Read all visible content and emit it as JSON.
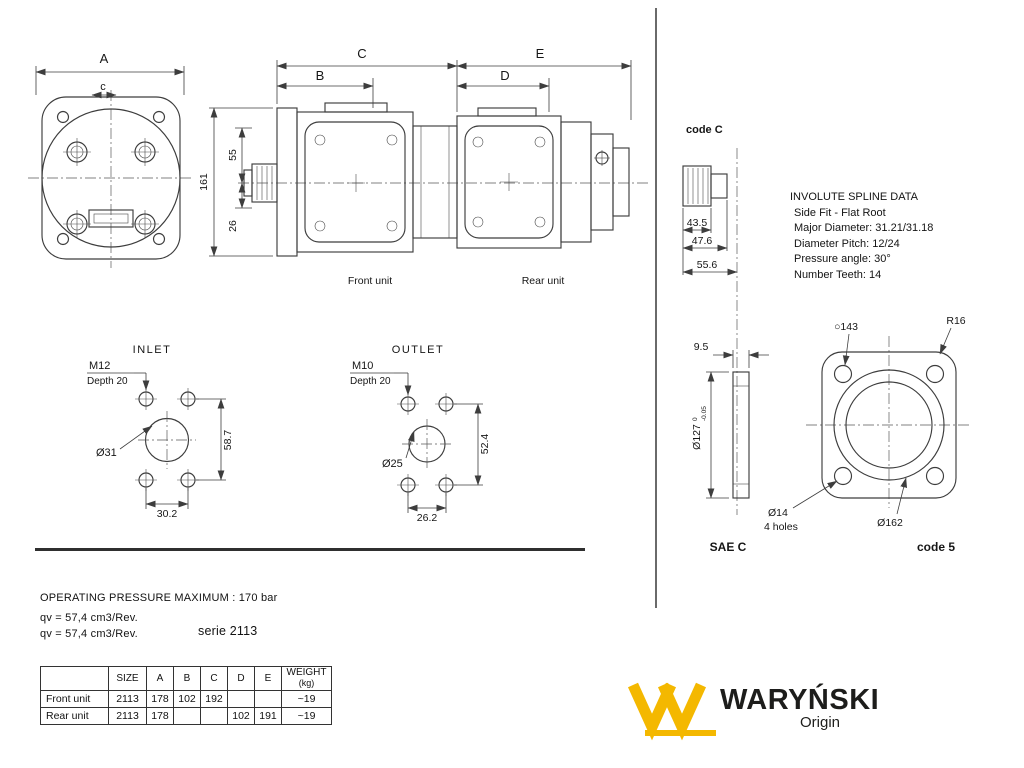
{
  "front_view": {
    "dim_a": "A",
    "dim_c": "c"
  },
  "side_view": {
    "dim_c_top": "C",
    "dim_b": "B",
    "dim_e": "E",
    "dim_d": "D",
    "dim_height": "161",
    "dim_55": "55",
    "dim_26": "26",
    "front_unit": "Front unit",
    "rear_unit": "Rear unit"
  },
  "shaft_code_c": {
    "title": "code C",
    "dim1": "43.5",
    "dim2": "47.6",
    "dim3": "55.6"
  },
  "spline": {
    "title": "INVOLUTE SPLINE DATA",
    "lines": [
      "Side Fit - Flat Root",
      "Major Diameter: 31.21/31.18",
      "Diameter Pitch: 12/24",
      "Pressure angle: 30°",
      "Number Teeth: 14"
    ]
  },
  "inlet": {
    "title": "INLET",
    "thread": "M12",
    "depth": "Depth 20",
    "bore": "Ø31",
    "dim_v": "58.7",
    "dim_h": "30.2"
  },
  "outlet": {
    "title": "OUTLET",
    "thread": "M10",
    "depth": "Depth 20",
    "bore": "Ø25",
    "dim_v": "52.4",
    "dim_h": "26.2"
  },
  "sae_plate": {
    "label": "SAE C",
    "thickness": "9.5",
    "bore": "Ø127",
    "tol_top": "0",
    "tol_bottom": "-0.05"
  },
  "code5_plate": {
    "label": "code 5",
    "bolt_circle": "○143",
    "corner_radius": "R16",
    "hole_dia": "Ø14",
    "holes_note": "4 holes",
    "outer_dia": "Ø162"
  },
  "notes": {
    "pressure": "OPERATING PRESSURE MAXIMUM : 170 bar",
    "qv1": "qv = 57,4 cm3/Rev.",
    "qv2": "qv = 57,4 cm3/Rev.",
    "serie": "serie 2113"
  },
  "spec_table": {
    "col_size": "SIZE",
    "col_a": "A",
    "col_b": "B",
    "col_c": "C",
    "col_d": "D",
    "col_e": "E",
    "col_weight": "WEIGHT",
    "col_weight_unit": "(kg)",
    "rows": [
      {
        "name": "Front unit",
        "size": "2113",
        "a": "178",
        "b": "102",
        "c": "192",
        "d": "",
        "e": "",
        "weight": "~19"
      },
      {
        "name": "Rear unit",
        "size": "2113",
        "a": "178",
        "b": "",
        "c": "",
        "d": "102",
        "e": "191",
        "weight": "~19"
      }
    ]
  },
  "logo": {
    "brand": "WARYŃSKI",
    "origin": "Origin"
  },
  "colors": {
    "line": "#3d3d3d",
    "logo_yellow": "#f4b800",
    "logo_dark": "#1d1d1b"
  }
}
